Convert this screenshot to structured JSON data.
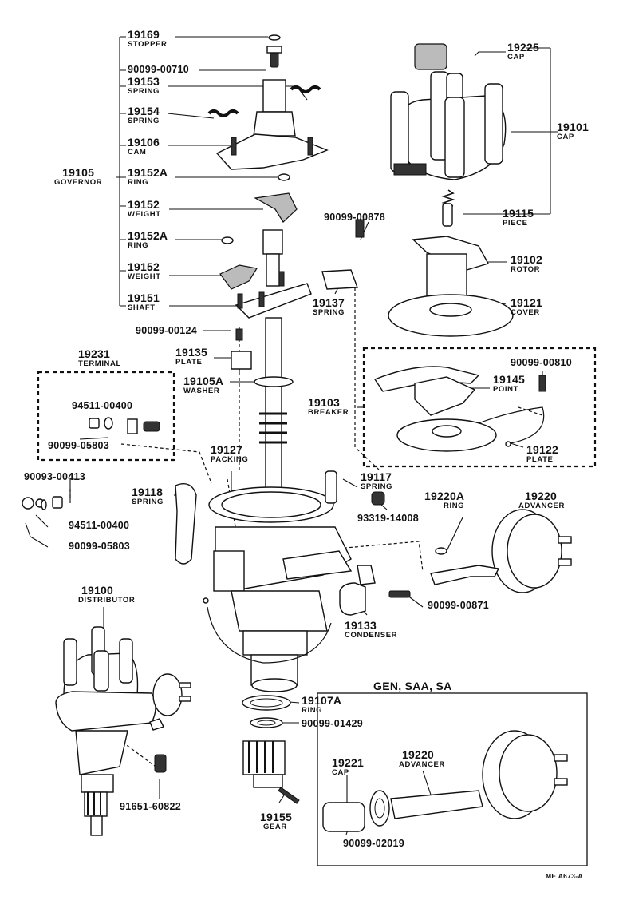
{
  "footer_code": "ME A673-A",
  "variant_header": "GEN, SAA, SA",
  "callouts": {
    "c19169": {
      "number": "19169",
      "name": "STOPPER"
    },
    "c90099_00710": {
      "number": "90099-00710"
    },
    "c19153": {
      "number": "19153",
      "name": "SPRING"
    },
    "c19154": {
      "number": "19154",
      "name": "SPRING"
    },
    "c19106": {
      "number": "19106",
      "name": "CAM"
    },
    "c19105": {
      "number": "19105",
      "name": "GOVERNOR"
    },
    "c19152A_1": {
      "number": "19152A",
      "name": "RING"
    },
    "c19152_1": {
      "number": "19152",
      "name": "WEIGHT"
    },
    "c19152A_2": {
      "number": "19152A",
      "name": "RING"
    },
    "c19152_2": {
      "number": "19152",
      "name": "WEIGHT"
    },
    "c19151": {
      "number": "19151",
      "name": "SHAFT"
    },
    "c90099_00124": {
      "number": "90099-00124"
    },
    "c19135": {
      "number": "19135",
      "name": "PLATE"
    },
    "c19105A": {
      "number": "19105A",
      "name": "WASHER"
    },
    "c19231": {
      "number": "19231",
      "name": "TERMINAL"
    },
    "c94511_00400a": {
      "number": "94511-00400"
    },
    "c90099_05803a": {
      "number": "90099-05803"
    },
    "c90093_00413": {
      "number": "90093-00413"
    },
    "c94511_00400b": {
      "number": "94511-00400"
    },
    "c90099_05803b": {
      "number": "90099-05803"
    },
    "c19118": {
      "number": "19118",
      "name": "SPRING"
    },
    "c19127": {
      "number": "19127",
      "name": "PACKING"
    },
    "c19225": {
      "number": "19225",
      "name": "CAP"
    },
    "c19101": {
      "number": "19101",
      "name": "CAP"
    },
    "c19115": {
      "number": "19115",
      "name": "PIECE"
    },
    "c90099_00878": {
      "number": "90099-00878"
    },
    "c19102": {
      "number": "19102",
      "name": "ROTOR"
    },
    "c19137": {
      "number": "19137",
      "name": "SPRING"
    },
    "c19121": {
      "number": "19121",
      "name": "COVER"
    },
    "c90099_00810": {
      "number": "90099-00810"
    },
    "c19145": {
      "number": "19145",
      "name": "POINT"
    },
    "c19103": {
      "number": "19103",
      "name": "BREAKER"
    },
    "c19122": {
      "number": "19122",
      "name": "PLATE"
    },
    "c19117": {
      "number": "19117",
      "name": "SPRING"
    },
    "c93319_14008": {
      "number": "93319-14008"
    },
    "c19220A": {
      "number": "19220A",
      "name": "RING"
    },
    "c19220_1": {
      "number": "19220",
      "name": "ADVANCER"
    },
    "c90099_00871": {
      "number": "90099-00871"
    },
    "c19133": {
      "number": "19133",
      "name": "CONDENSER"
    },
    "c19100": {
      "number": "19100",
      "name": "DISTRIBUTOR"
    },
    "c19107A": {
      "number": "19107A",
      "name": "RING"
    },
    "c90099_01429": {
      "number": "90099-01429"
    },
    "c91651_60822": {
      "number": "91651-60822"
    },
    "c19155": {
      "number": "19155",
      "name": "GEAR"
    },
    "c19221": {
      "number": "19221",
      "name": "CAP"
    },
    "c19220_2": {
      "number": "19220",
      "name": "ADVANCER"
    },
    "c90099_02019": {
      "number": "90099-02019"
    }
  }
}
